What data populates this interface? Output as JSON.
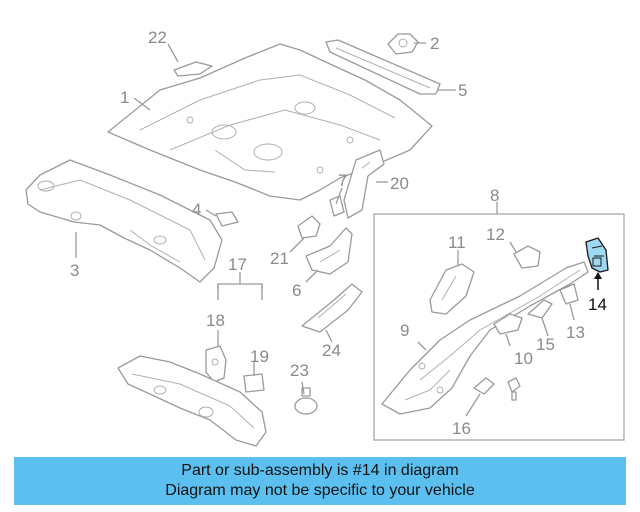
{
  "diagram": {
    "callouts": [
      {
        "id": "1",
        "label": "1"
      },
      {
        "id": "2",
        "label": "2"
      },
      {
        "id": "3",
        "label": "3"
      },
      {
        "id": "4",
        "label": "4"
      },
      {
        "id": "5",
        "label": "5"
      },
      {
        "id": "6",
        "label": "6"
      },
      {
        "id": "7",
        "label": "7"
      },
      {
        "id": "8",
        "label": "8"
      },
      {
        "id": "9",
        "label": "9"
      },
      {
        "id": "10",
        "label": "10"
      },
      {
        "id": "11",
        "label": "11"
      },
      {
        "id": "12",
        "label": "12"
      },
      {
        "id": "13",
        "label": "13"
      },
      {
        "id": "14",
        "label": "14"
      },
      {
        "id": "15",
        "label": "15"
      },
      {
        "id": "16",
        "label": "16"
      },
      {
        "id": "17",
        "label": "17"
      },
      {
        "id": "18",
        "label": "18"
      },
      {
        "id": "19",
        "label": "19"
      },
      {
        "id": "20",
        "label": "20"
      },
      {
        "id": "21",
        "label": "21"
      },
      {
        "id": "22",
        "label": "22"
      },
      {
        "id": "23",
        "label": "23"
      },
      {
        "id": "24",
        "label": "24"
      }
    ],
    "highlighted_part": "14",
    "highlight_color": "#9fd8f2"
  },
  "banner": {
    "line1": "Part or sub-assembly is #14 in diagram",
    "line2": "Diagram may not be specific to your vehicle",
    "background_color": "#5bc0f0"
  }
}
